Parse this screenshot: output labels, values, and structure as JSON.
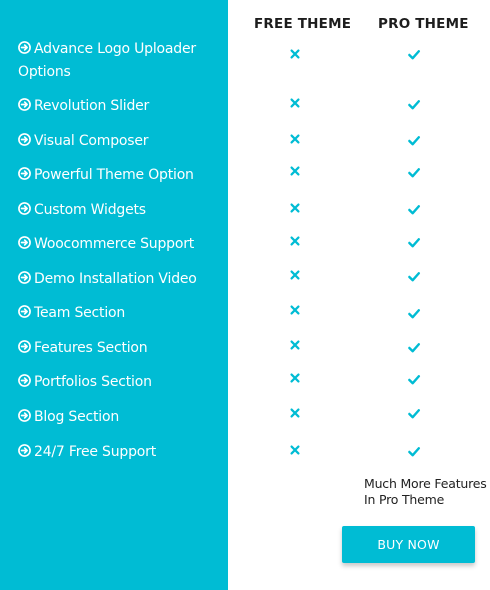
{
  "colors": {
    "accent": "#00bcd4",
    "sidebar_text": "#ffffff",
    "mark": "#00bcd4"
  },
  "columns": {
    "free": "FREE THEME",
    "pro": "PRO THEME"
  },
  "features": [
    {
      "lines": [
        "Advance Logo Uploader",
        "Options"
      ],
      "free": "cross-icon",
      "pro": "check-icon"
    },
    {
      "lines": [
        "Revolution Slider"
      ],
      "free": "cross-icon",
      "pro": "check-icon"
    },
    {
      "lines": [
        "Visual Composer"
      ],
      "free": "cross-icon",
      "pro": "check-icon"
    },
    {
      "lines": [
        "Powerful Theme Option"
      ],
      "free": "cross-icon",
      "pro": "check-icon"
    },
    {
      "lines": [
        "Custom Widgets"
      ],
      "free": "cross-icon",
      "pro": "check-icon"
    },
    {
      "lines": [
        "Woocommerce Support"
      ],
      "free": "cross-icon",
      "pro": "check-icon"
    },
    {
      "lines": [
        "Demo Installation Video"
      ],
      "free": "cross-icon",
      "pro": "check-icon"
    },
    {
      "lines": [
        "Team Section"
      ],
      "free": "cross-icon",
      "pro": "check-icon"
    },
    {
      "lines": [
        "Features Section"
      ],
      "free": "cross-icon",
      "pro": "check-icon"
    },
    {
      "lines": [
        "Portfolios Section"
      ],
      "free": "cross-icon",
      "pro": "check-icon"
    },
    {
      "lines": [
        "Blog Section"
      ],
      "free": "cross-icon",
      "pro": "check-icon"
    },
    {
      "lines": [
        "24/7 Free Support"
      ],
      "free": "cross-icon",
      "pro": "check-icon"
    }
  ],
  "more_features": {
    "line1": "Much More Features",
    "line2": "In Pro  Theme"
  },
  "buy_button": {
    "label": "BUY NOW"
  }
}
